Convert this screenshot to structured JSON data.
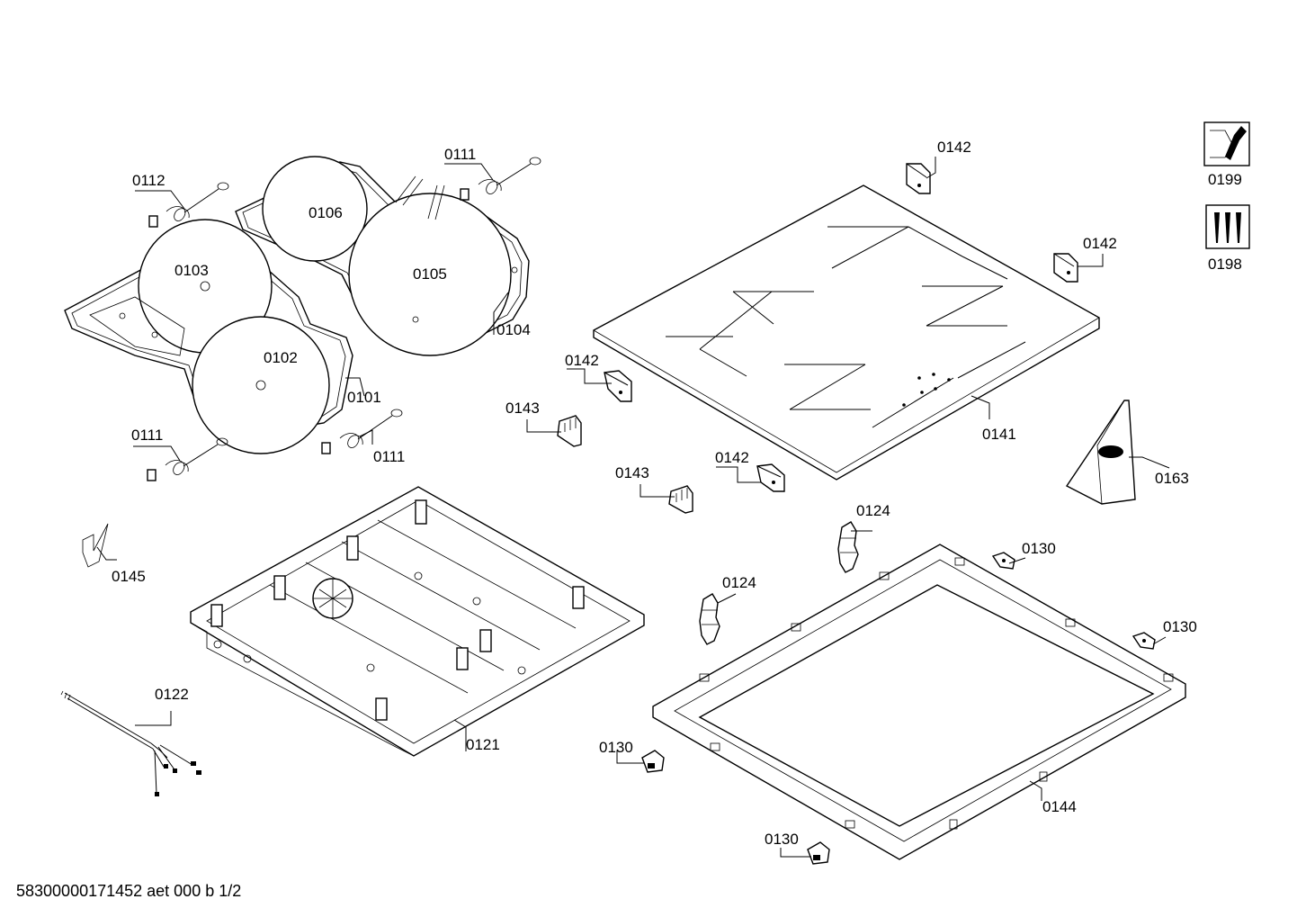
{
  "labels": {
    "l0112": "0112",
    "l0111a": "0111",
    "l0106": "0106",
    "l0103": "0103",
    "l0105": "0105",
    "l0104": "0104",
    "l0102": "0102",
    "l0101": "0101",
    "l0111b": "0111",
    "l0111c": "0111",
    "l0145": "0145",
    "l0122": "0122",
    "l0121": "0121",
    "l0143a": "0143",
    "l0143b": "0143",
    "l0142a": "0142",
    "l0142b": "0142",
    "l0142c": "0142",
    "l0142d": "0142",
    "l0141": "0141",
    "l0163": "0163",
    "l0124a": "0124",
    "l0124b": "0124",
    "l0130a": "0130",
    "l0130b": "0130",
    "l0130c": "0130",
    "l0130d": "0130",
    "l0144": "0144",
    "l0199": "0199",
    "l0198": "0198"
  },
  "footer": "58300000171452 aet 000 b 1/2"
}
